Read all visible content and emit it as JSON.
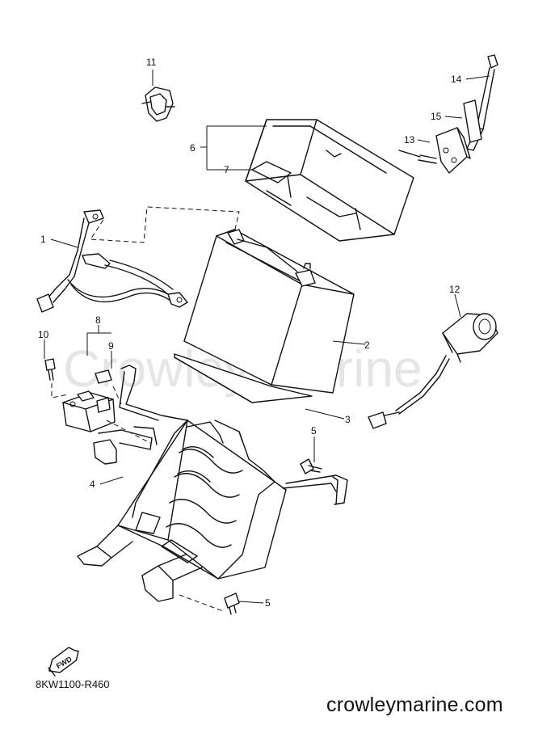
{
  "watermark": "Crowley Marine",
  "callouts": [
    "1",
    "2",
    "3",
    "4",
    "5",
    "5",
    "6",
    "7",
    "8",
    "9",
    "10",
    "11",
    "12",
    "13",
    "14",
    "15"
  ],
  "fwd_label": "FWD",
  "diagram_code": "8KW1100-R460",
  "site_url": "crowleymarine.com"
}
